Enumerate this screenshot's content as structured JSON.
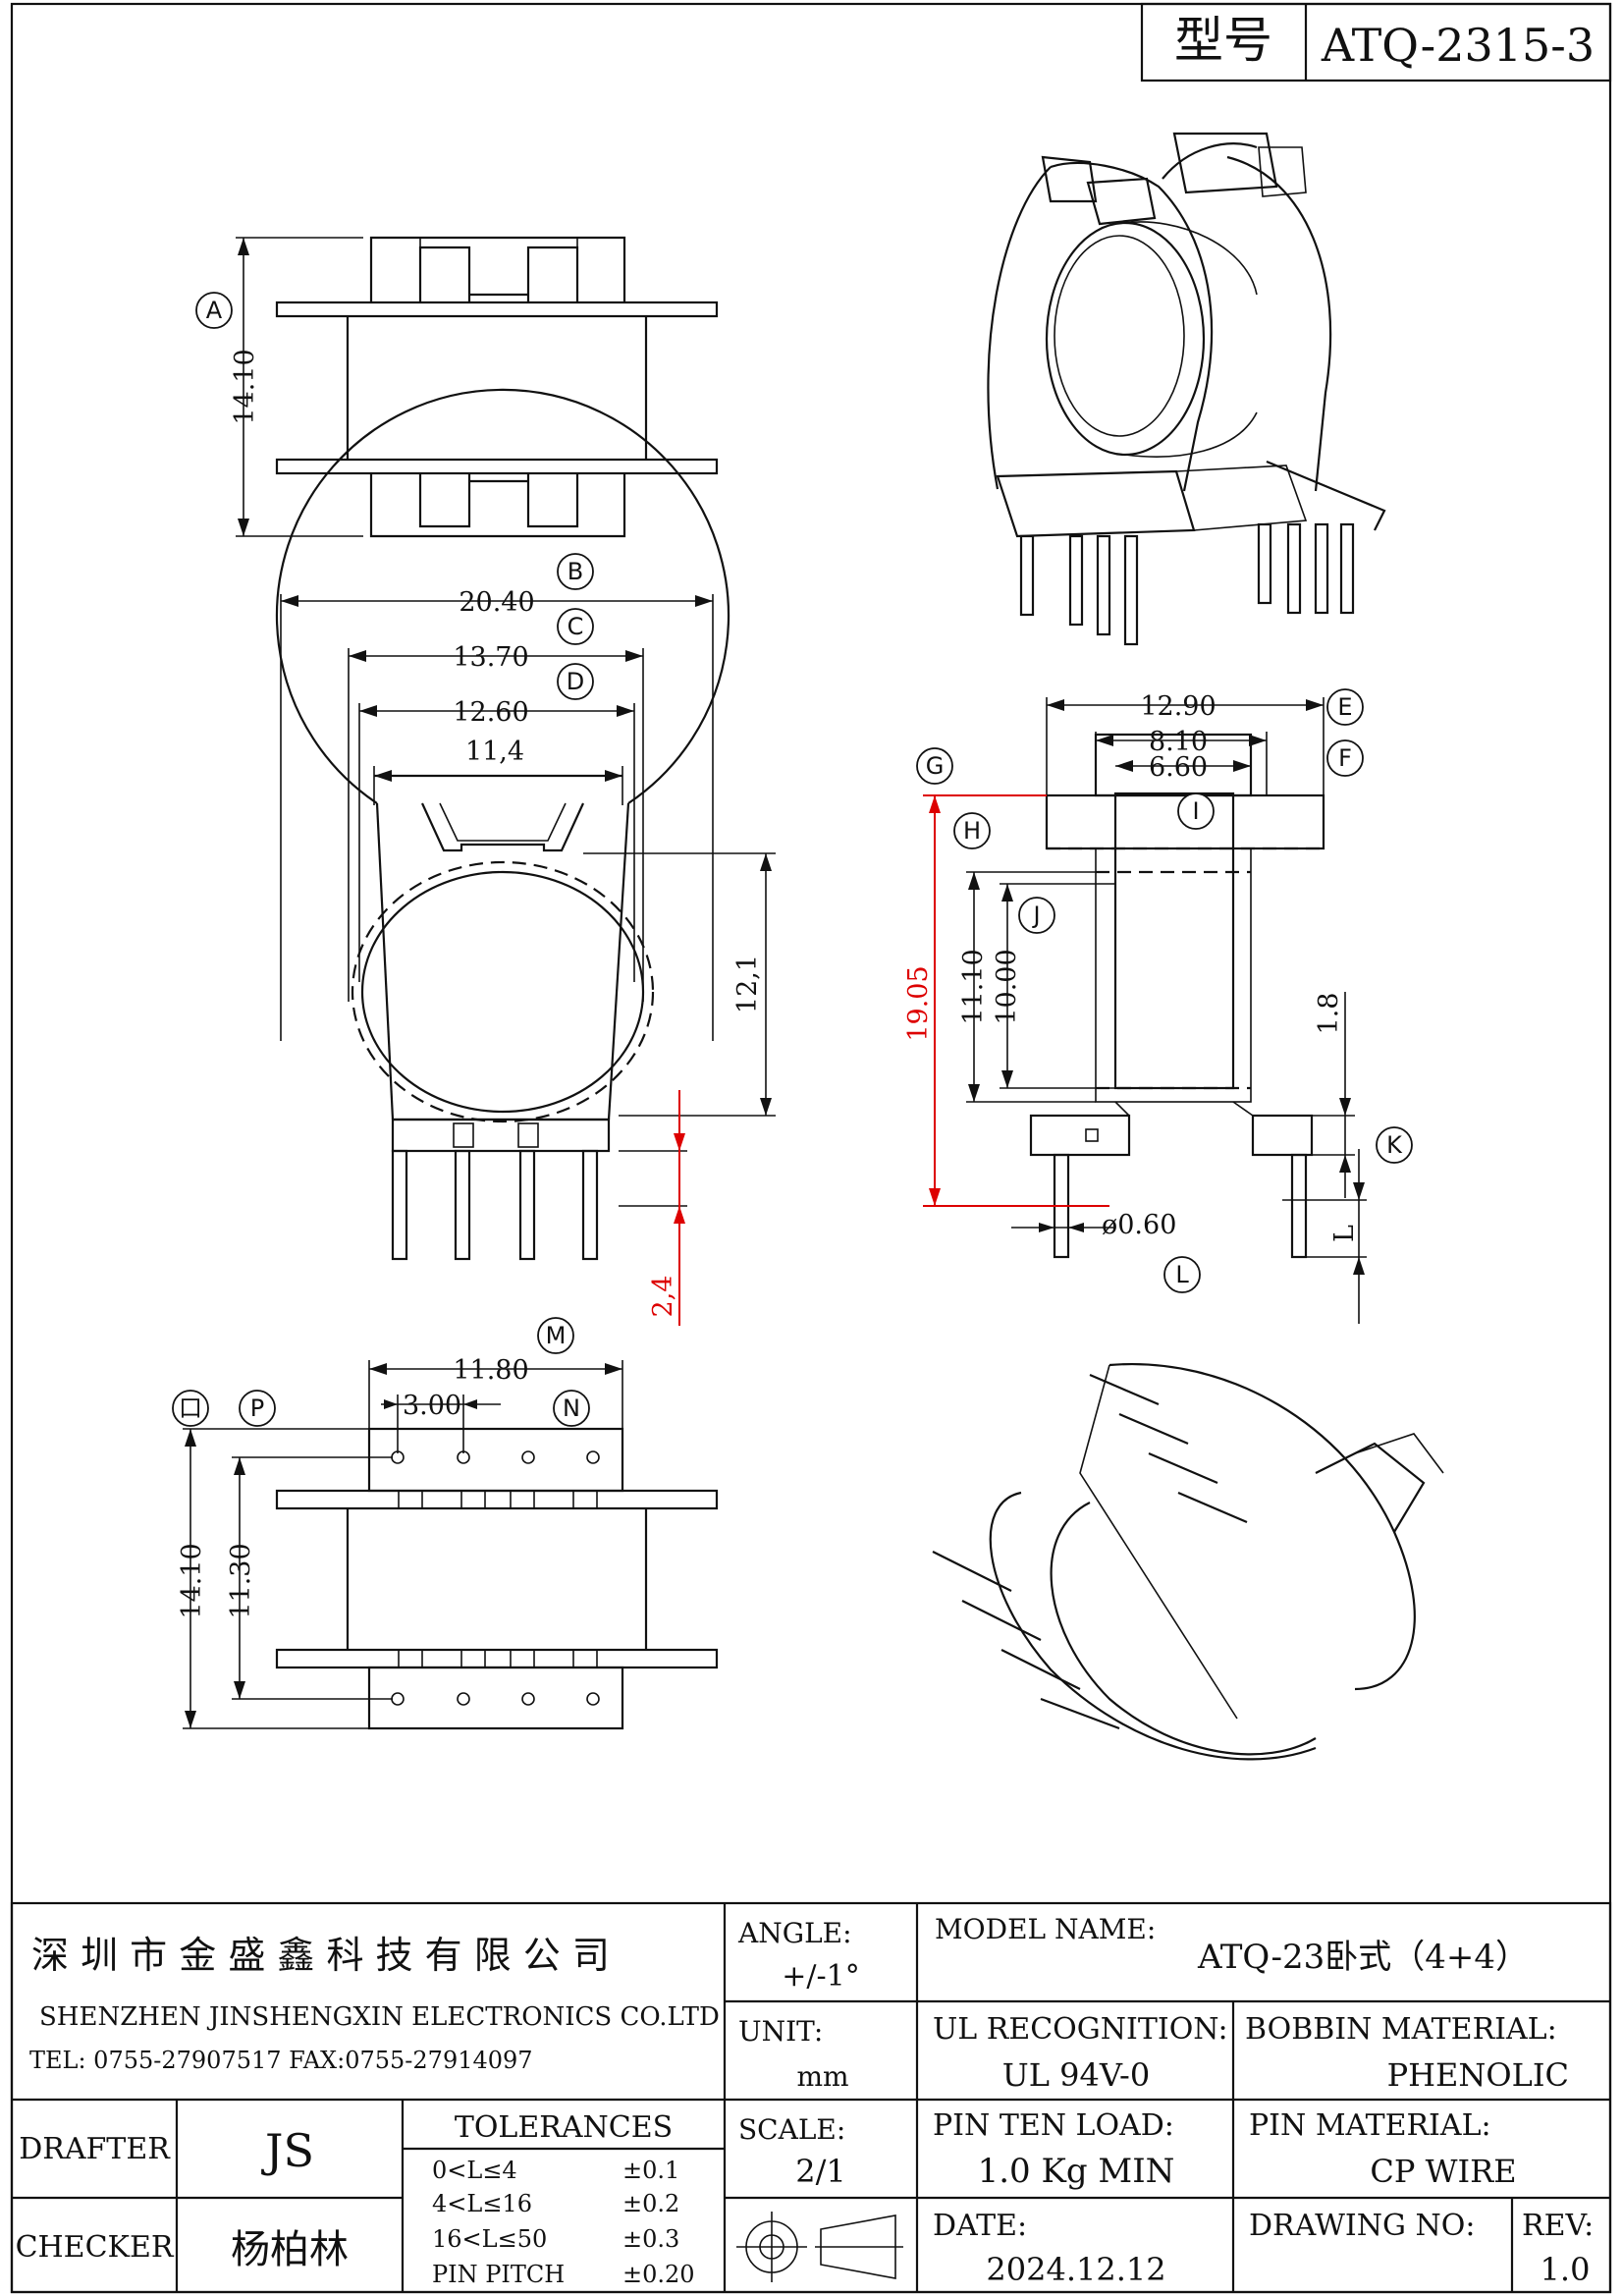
{
  "header": {
    "model_label": "型号",
    "model_value": "ATQ-2315-3"
  },
  "dims": {
    "A": "14.10",
    "B": "20.40",
    "C": "13.70",
    "D": "12.60",
    "inner_width": "11,4",
    "height_side": "12,1",
    "pin_length_side": "2,4",
    "E": "12.90",
    "F": "8.10",
    "I": "6.60",
    "G": "19.05",
    "H": "11.10",
    "J": "10.00",
    "K": "1.8",
    "L": "L",
    "pin_dia": "ø0.60",
    "M": "11.80",
    "N": "3.00",
    "O": "14.10",
    "P": "11.30"
  },
  "callouts": [
    "A",
    "B",
    "C",
    "D",
    "E",
    "F",
    "G",
    "H",
    "I",
    "J",
    "K",
    "L",
    "M",
    "N",
    "口",
    "P"
  ],
  "titleblock": {
    "company_cn": "深 圳 市 金 盛 鑫 科 技 有 限 公 司",
    "company_en": "SHENZHEN JINSHENGXIN ELECTRONICS CO.LTD",
    "contact": "TEL: 0755-27907517   FAX:0755-27914097",
    "angle_label": "ANGLE:",
    "angle_value": "+/-1°",
    "model_name_label": "MODEL NAME:",
    "model_name_value": "ATQ-23卧式（4+4）",
    "unit_label": "UNIT:",
    "unit_value": "mm",
    "ul_label": "UL RECOGNITION:",
    "ul_value": "UL 94V-0",
    "bobbin_label": "BOBBIN MATERIAL:",
    "bobbin_value": "PHENOLIC",
    "drafter_label": "DRAFTER",
    "drafter_value": "JS",
    "tolerances_label": "TOLERANCES",
    "tol_rows": [
      {
        "range": "0<L≤4",
        "tol": "±0.1"
      },
      {
        "range": "4<L≤16",
        "tol": "±0.2"
      },
      {
        "range": "16<L≤50",
        "tol": "±0.3"
      },
      {
        "range": "PIN PITCH",
        "tol": "±0.20"
      }
    ],
    "scale_label": "SCALE:",
    "scale_value": "2/1",
    "pin_load_label": "PIN TEN LOAD:",
    "pin_load_value": "1.0 Kg MIN",
    "pin_material_label": "PIN MATERIAL:",
    "pin_material_value": "CP WIRE",
    "checker_label": "CHECKER",
    "checker_value": "杨柏林",
    "date_label": "DATE:",
    "date_value": "2024.12.12",
    "drawing_no_label": "DRAWING NO:",
    "rev_label": "REV:",
    "rev_value": "1.0"
  }
}
